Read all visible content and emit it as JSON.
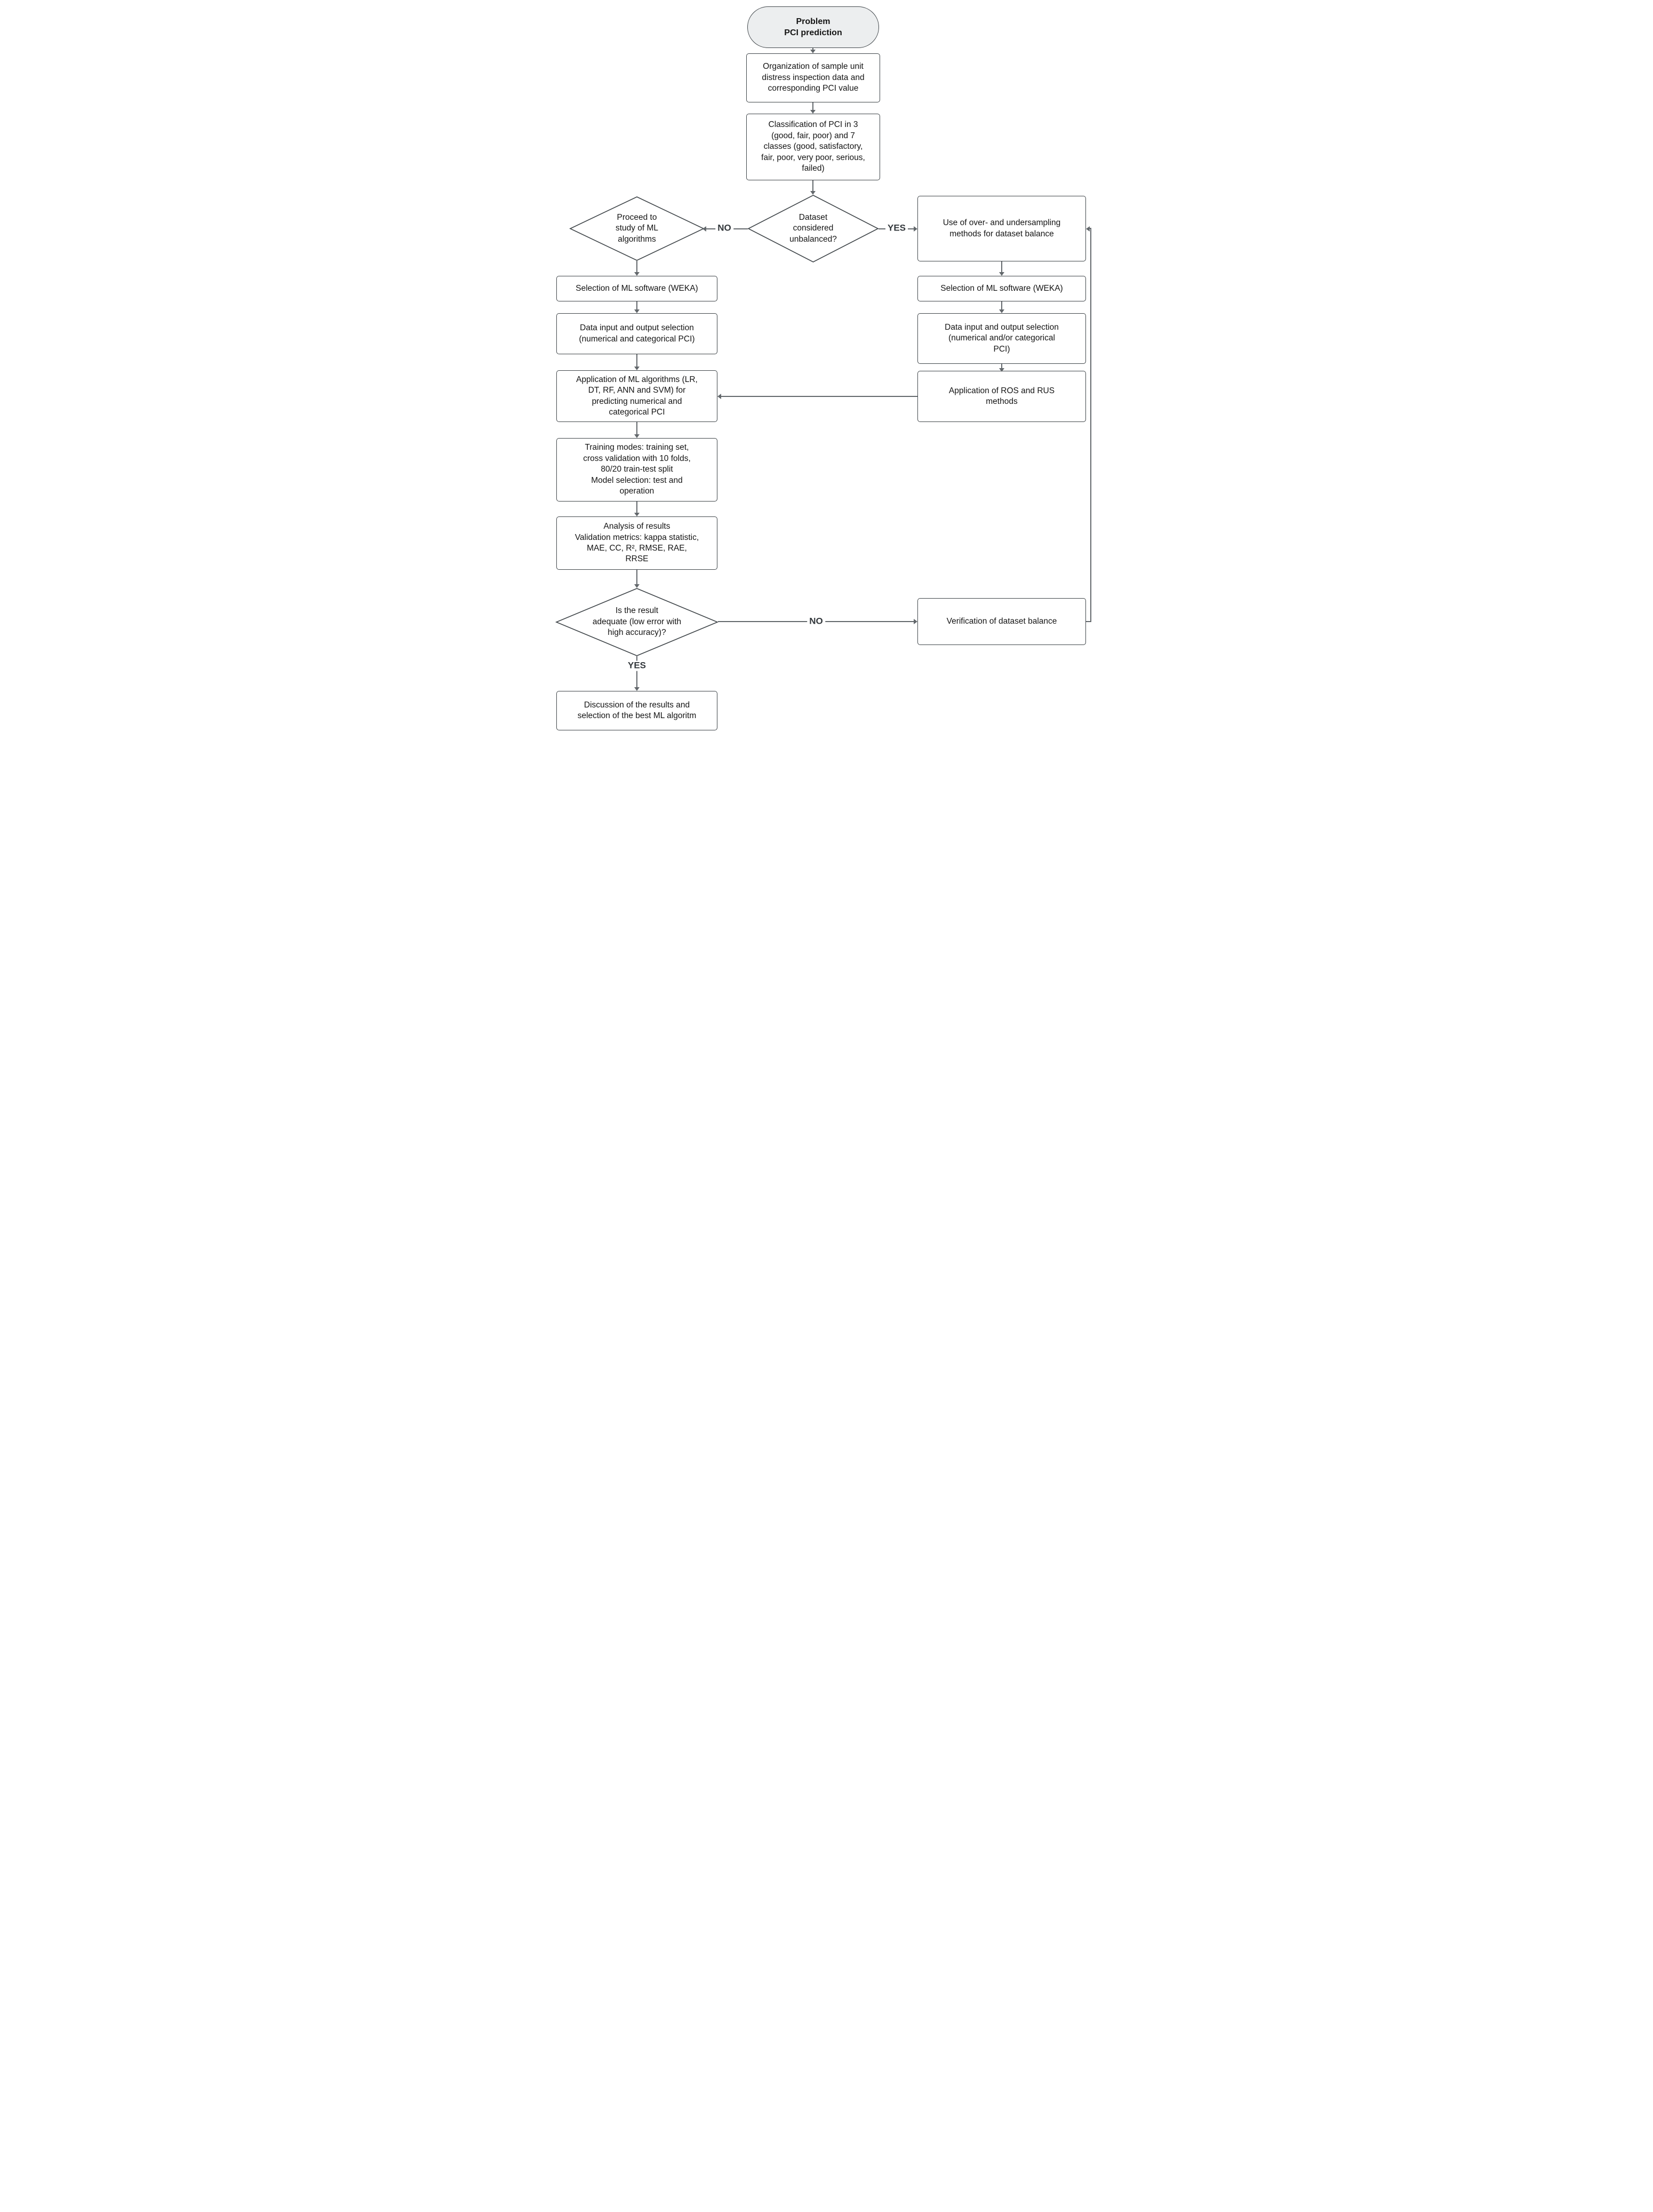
{
  "diagram": {
    "title": "PCI prediction ML methodology flowchart",
    "nodes": {
      "problem": {
        "text": "Problem\nPCI prediction"
      },
      "organization": {
        "text": "Organization of sample unit\ndistress inspection data and\ncorresponding PCI value"
      },
      "classification": {
        "text": "Classification of PCI in 3\n(good, fair, poor) and 7\nclasses (good, satisfactory,\nfair, poor, very poor, serious,\nfailed)"
      },
      "unbalanced_decision": {
        "text": "Dataset\nconsidered\nunbalanced?"
      },
      "proceed_decision": {
        "text": "Proceed to\nstudy of ML\nalgorithms"
      },
      "weka_left": {
        "text": "Selection of ML software (WEKA)"
      },
      "data_io_left": {
        "text": "Data input and output selection\n(numerical and categorical PCI)"
      },
      "ml_algorithms": {
        "text": "Application of ML algorithms (LR,\nDT, RF, ANN and SVM) for\npredicting numerical and\ncategorical PCI"
      },
      "training_modes": {
        "text": "Training modes: training set,\ncross validation with 10 folds,\n80/20 train-test split\nModel selection: test and\noperation"
      },
      "analysis": {
        "text": "Analysis of results\nValidation metrics: kappa statistic,\nMAE, CC, R², RMSE, RAE,\nRRSE"
      },
      "adequate_decision": {
        "text": "Is the result\nadequate (low error with\nhigh accuracy)?"
      },
      "discussion": {
        "text": "Discussion of the results and\nselection of the best ML algoritm"
      },
      "oversampling": {
        "text": "Use of over- and undersampling\nmethods for dataset balance"
      },
      "weka_right": {
        "text": "Selection of ML software (WEKA)"
      },
      "data_io_right": {
        "text": "Data input and output selection\n(numerical and/or categorical\nPCI)"
      },
      "ros_rus": {
        "text": "Application of ROS and RUS\nmethods"
      },
      "verification": {
        "text": "Verification of dataset balance"
      }
    },
    "labels": {
      "no_center": "NO",
      "yes_center": "YES",
      "yes_bottom": "YES",
      "no_bottom": "NO"
    },
    "colors": {
      "node_border": "#40464a",
      "node_fill": "#ffffff",
      "terminal_fill": "#eceeef",
      "connector": "#63686c",
      "label_text": "#33383c",
      "text": "#141414"
    }
  }
}
